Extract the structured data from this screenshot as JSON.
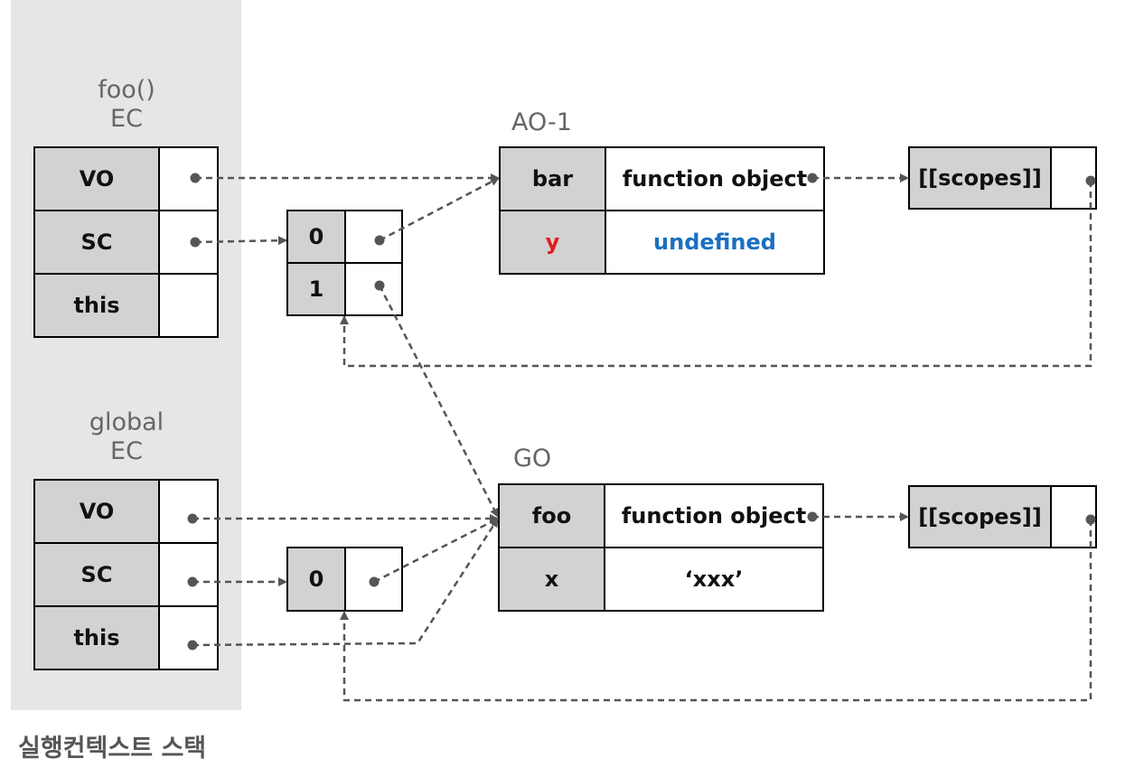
{
  "foo_ec": {
    "title_line1": "foo()",
    "title_line2": "EC",
    "rows": [
      {
        "key": "VO",
        "value": "•"
      },
      {
        "key": "SC",
        "value": "•"
      },
      {
        "key": "this",
        "value": ""
      }
    ]
  },
  "global_ec": {
    "title_line1": "global",
    "title_line2": "EC",
    "rows": [
      {
        "key": "VO",
        "value": "•"
      },
      {
        "key": "SC",
        "value": "•"
      },
      {
        "key": "this",
        "value": "•"
      }
    ]
  },
  "foo_scope_chain": [
    {
      "index": "0",
      "value": "•"
    },
    {
      "index": "1",
      "value": "•"
    }
  ],
  "global_scope_chain": [
    {
      "index": "0",
      "value": "•"
    }
  ],
  "ao1": {
    "label": "AO-1",
    "rows": [
      {
        "key": "bar",
        "value": "function object"
      },
      {
        "key": "y",
        "value": "undefined"
      }
    ]
  },
  "go": {
    "label": "GO",
    "rows": [
      {
        "key": "foo",
        "value": "function object"
      },
      {
        "key": "x",
        "value": "‘xxx’"
      }
    ]
  },
  "bar_function": {
    "key": "[[scopes]]",
    "value": "•"
  },
  "foo_function": {
    "key": "[[scopes]]",
    "value": "•"
  },
  "stack_label": "실행컨텍스트 스택",
  "colors": {
    "stack_background": "#e6e6e6",
    "key_cell": "#d3d1d2",
    "arrow": "#555555",
    "undefined_variable": "#e01b1b",
    "undefined_value": "#1b6fc0"
  }
}
